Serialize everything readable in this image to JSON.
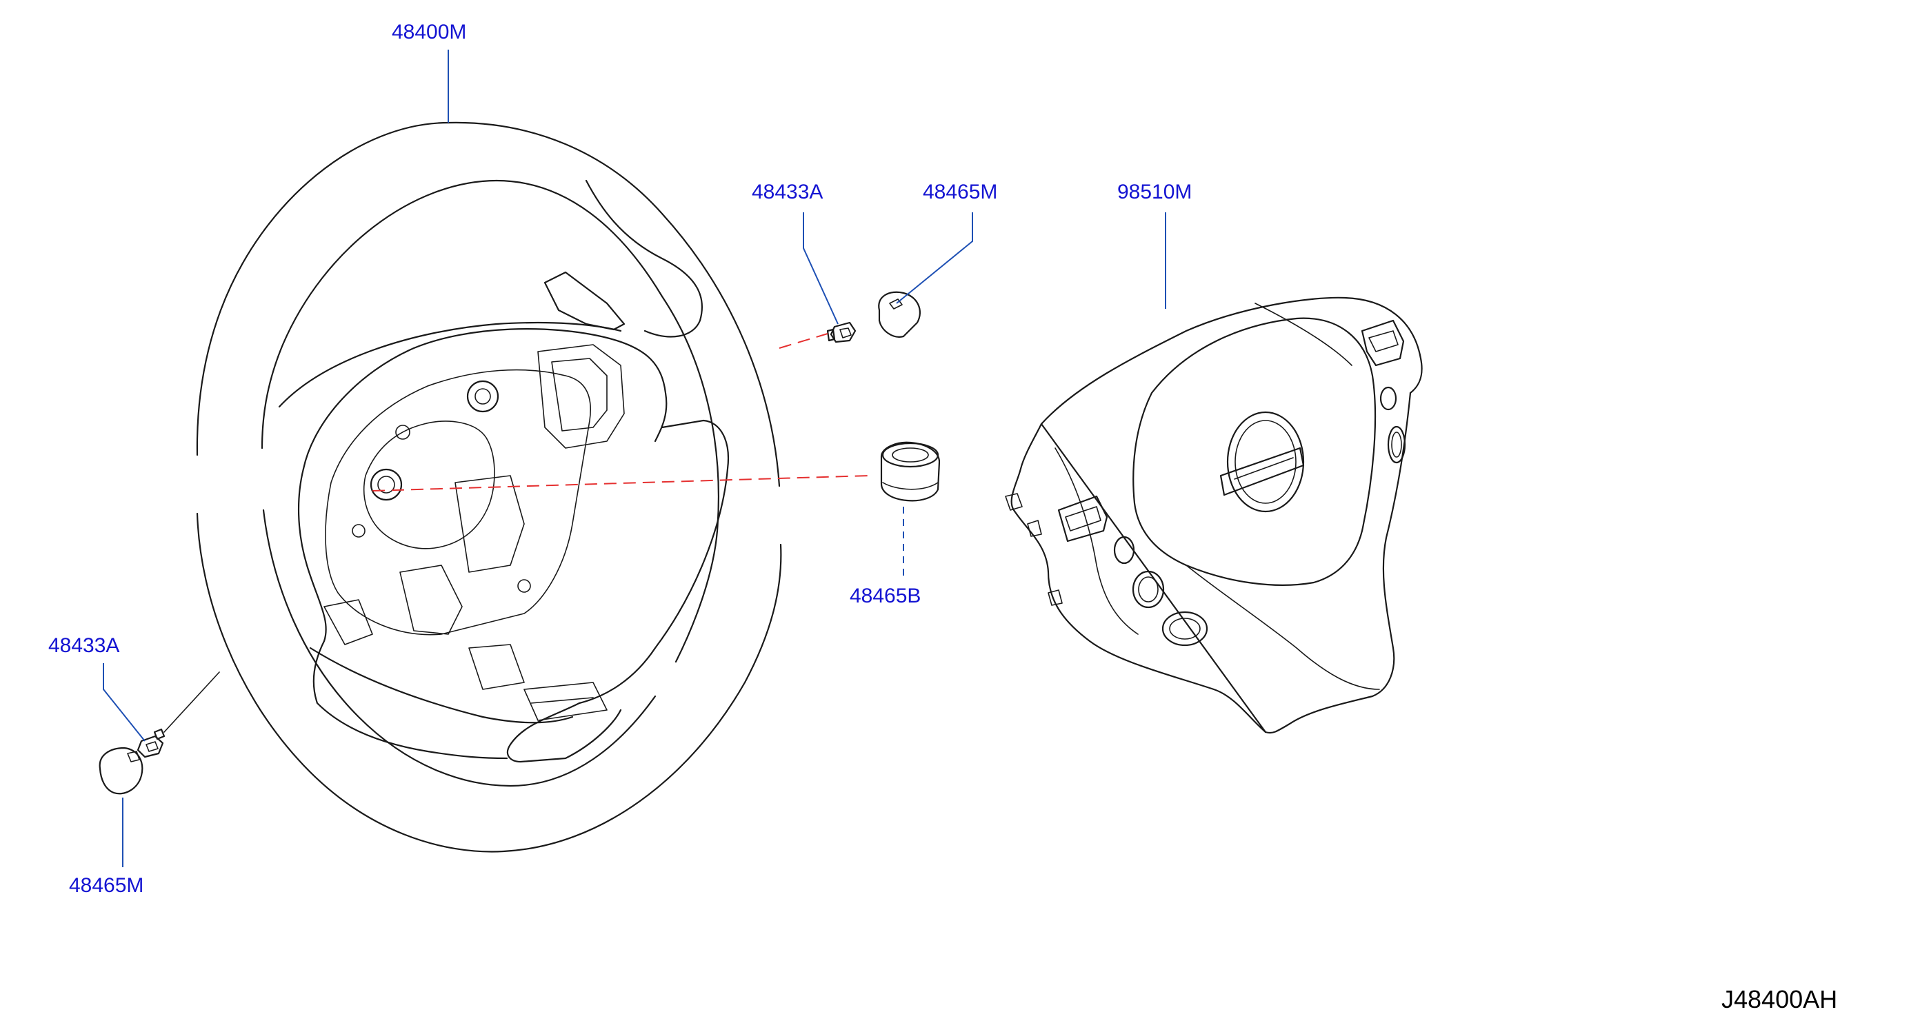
{
  "diagram": {
    "labels": {
      "steering_wheel": "48400M",
      "screw_top": "48433A",
      "cap_top": "48465M",
      "airbag_module": "98510M",
      "nut": "48465B",
      "screw_left": "48433A",
      "cap_left": "48465M"
    },
    "diagram_code": "J48400AH",
    "colors": {
      "label_text": "#1414d2",
      "leader_line": "#1e50b4",
      "guide_line": "#e53030",
      "part_outline": "#1a1a1a"
    }
  }
}
